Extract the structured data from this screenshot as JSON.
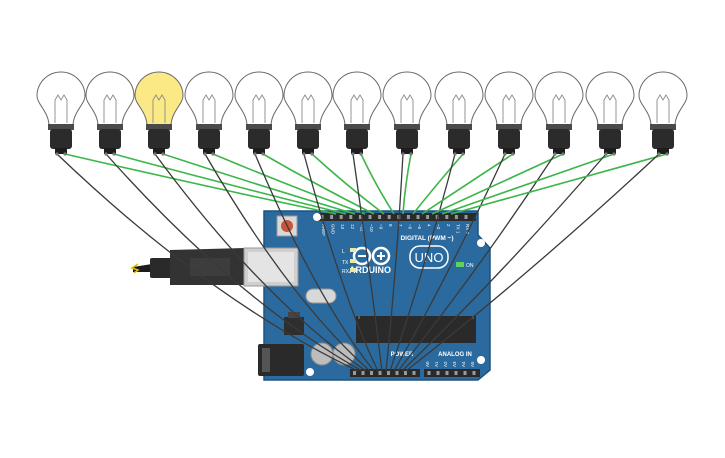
{
  "circuit": {
    "bulb_count": 13,
    "lit_bulb_index": 2,
    "colors": {
      "board": "#2b6a9e",
      "board_edge": "#1f527c",
      "wire_signal": "#3cb64a",
      "wire_ground": "#3a3a3a",
      "bulb_lit": "#fbe985",
      "bulb_off": "#ffffff",
      "socket": "#2b2b2b"
    }
  },
  "board": {
    "brand": "ARDUINO",
    "model": "UNO",
    "digital_label": "DIGITAL (PWM ~)",
    "power_label": "POWER",
    "analog_label": "ANALOG IN",
    "on_label": "ON",
    "tx_label": "TX",
    "rx_label": "RX",
    "l_label": "L",
    "digital_pins": [
      "AREF",
      "GND",
      "13",
      "12",
      "~11",
      "~10",
      "~9",
      "8",
      "7",
      "~6",
      "~5",
      "4",
      "~3",
      "2",
      "TX 1",
      "RX 0"
    ],
    "analog_pins": [
      "A0",
      "A1",
      "A2",
      "A3",
      "A4",
      "A5"
    ]
  }
}
